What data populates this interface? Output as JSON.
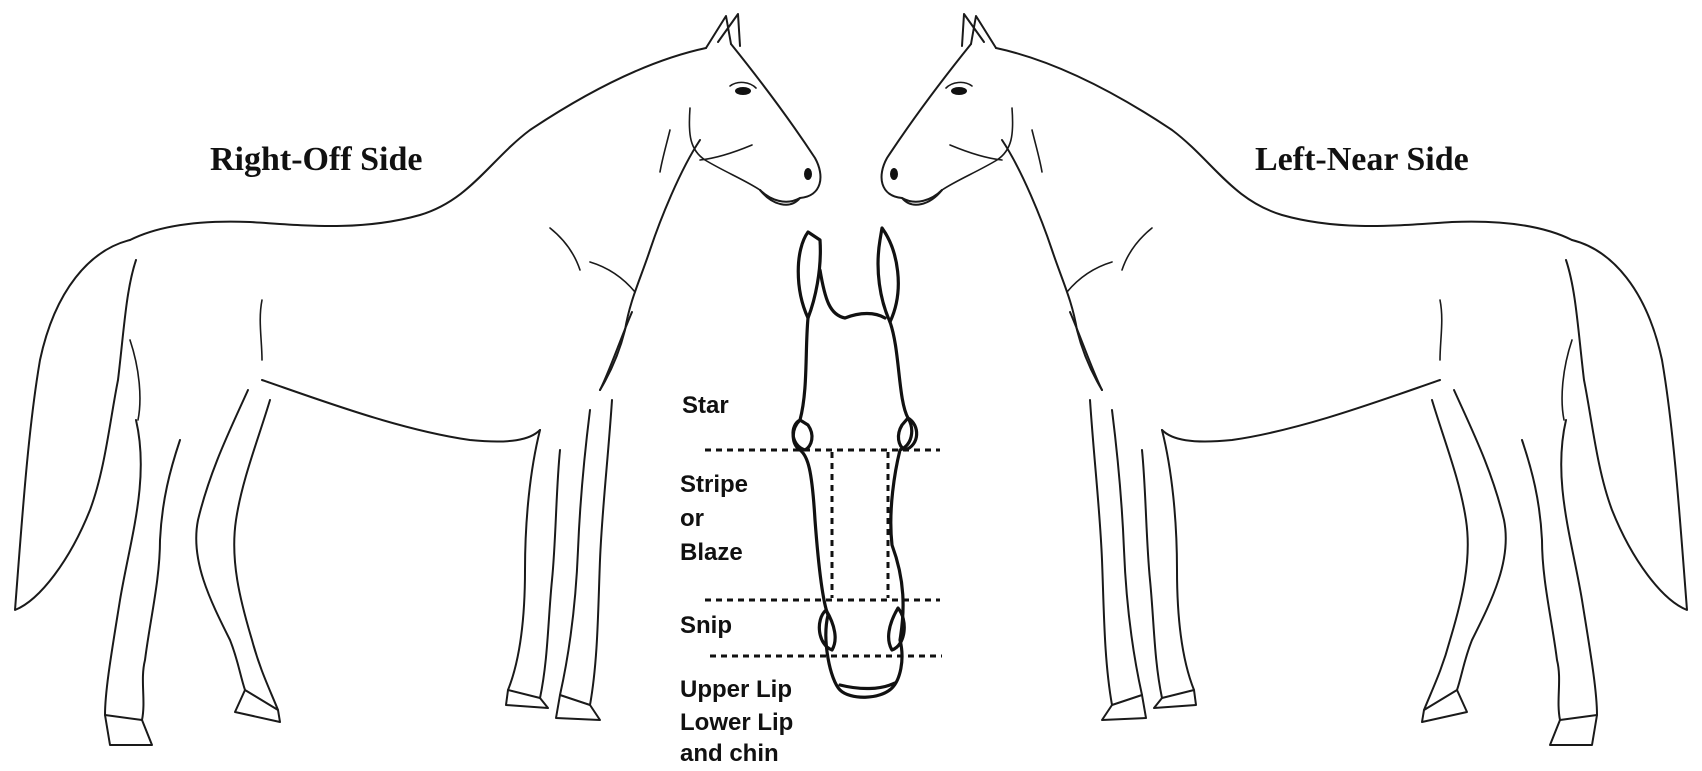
{
  "titles": {
    "right_side": "Right-Off Side",
    "left_side": "Left-Near Side"
  },
  "face_markings": {
    "star": "Star",
    "stripe": "Stripe",
    "stripe_or": "or",
    "blaze": "Blaze",
    "snip": "Snip",
    "upper_lip": "Upper Lip",
    "lower_lip": "Lower Lip",
    "chin": "and chin"
  },
  "colors": {
    "line": "#1a1a1a",
    "background": "#ffffff"
  }
}
